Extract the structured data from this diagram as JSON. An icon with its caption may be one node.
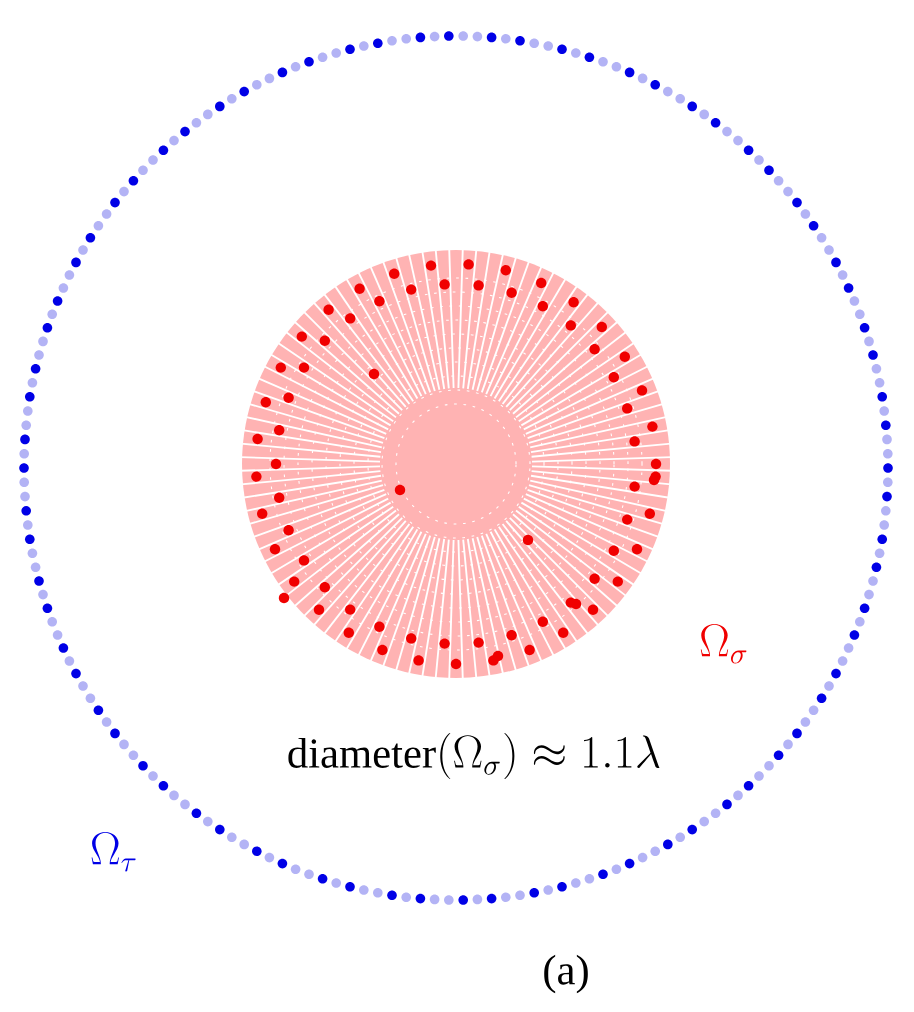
{
  "diagram": {
    "labels": [
      "\\Omega_\\sigma",
      "\\mathrm{diameter}(\\Omega_\\sigma) \\approx 1.1\\lambda",
      "\\Omega_\\tau",
      "(a)"
    ]
  }
}
